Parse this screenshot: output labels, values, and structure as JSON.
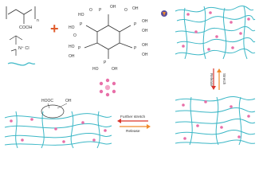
{
  "polymer": {
    "repeat_unit": "n",
    "side_group": "COOH",
    "monomer_ion": "N⁺ Cl"
  },
  "phytic_acid": {
    "phosphate_label": "P",
    "oxygen_label": "O",
    "hydroxyl_label": "OH"
  },
  "process": {
    "plus_symbol": "+",
    "stretch_label": "Stretch",
    "release_label": "Release",
    "further_stretch_label": "Further stretch",
    "further_release_label": "Release"
  },
  "inset": {
    "cooh_label": "HOOC",
    "oh_label": "OH"
  },
  "colors": {
    "chain": "#3bb7c6",
    "phytic": "#e86fa8",
    "arrow_red": "#d9342b",
    "arrow_orange": "#f08a2a"
  }
}
